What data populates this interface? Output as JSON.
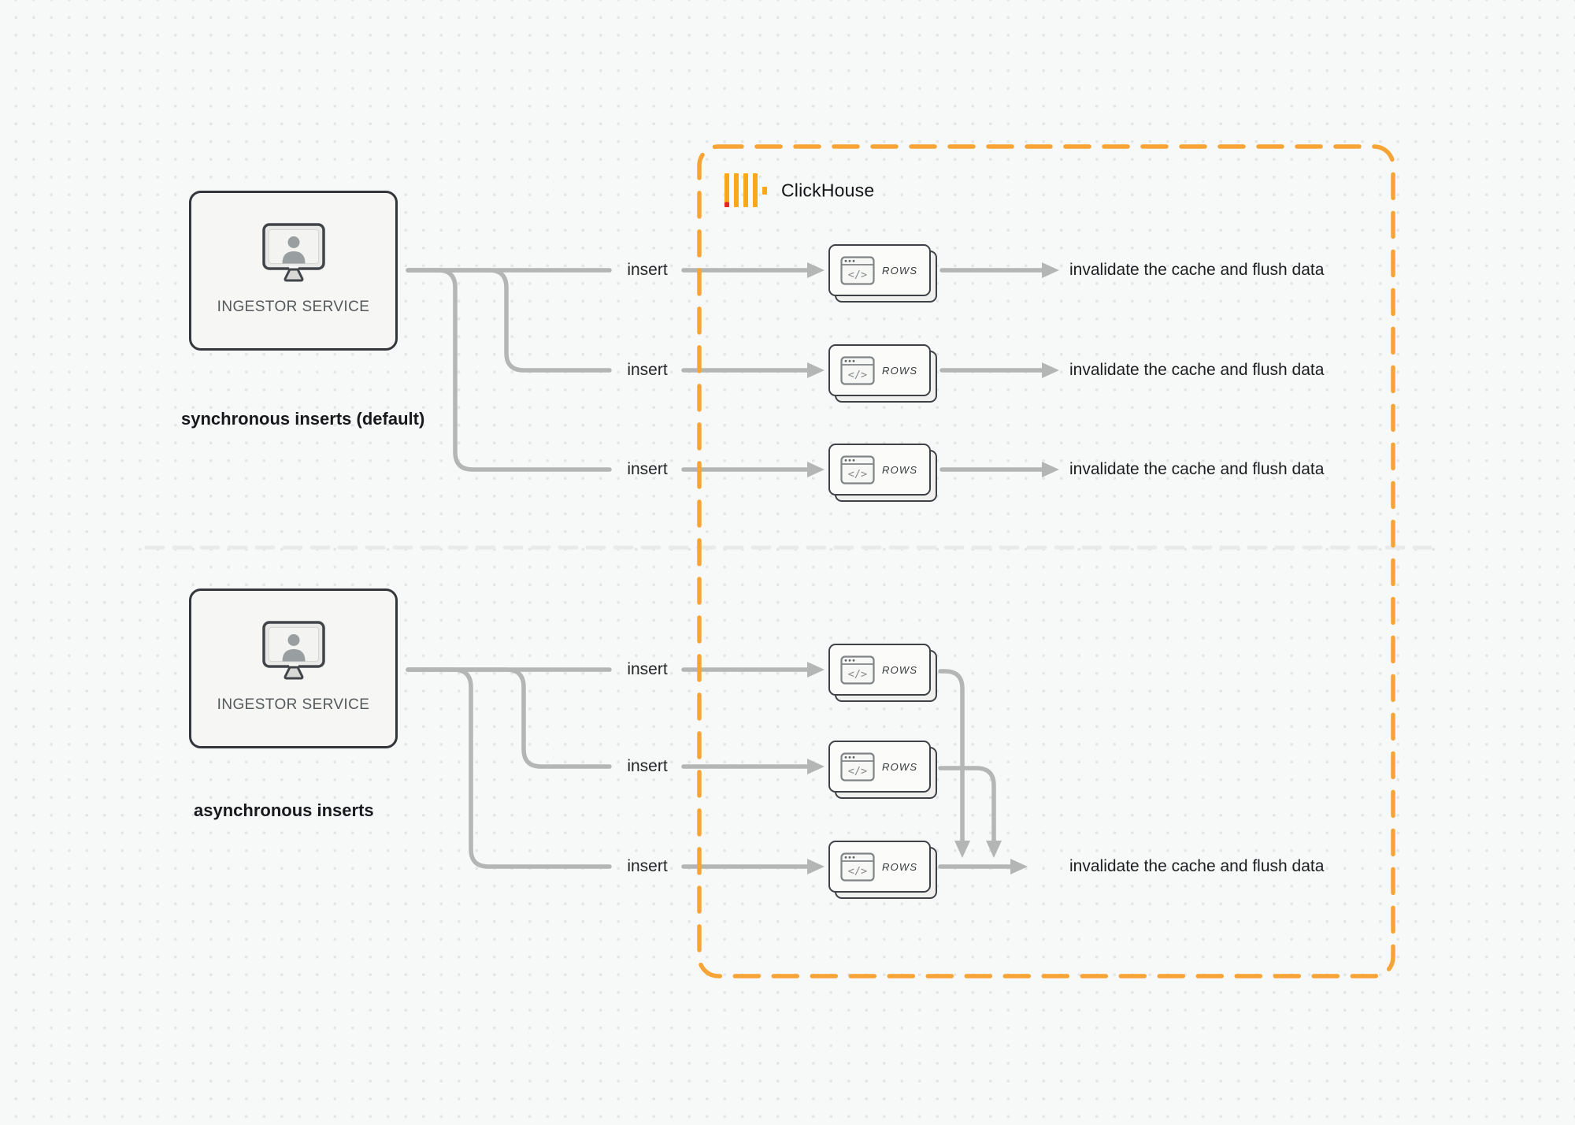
{
  "palette": {
    "accent_orange": "#F7A437",
    "logo_yellow": "#FAA81A",
    "logo_red": "#E8252E",
    "wire_gray": "#B4B6B6",
    "divider_gray": "#E9EAEA"
  },
  "clickhouse": {
    "brand": "ClickHouse"
  },
  "icons": {
    "logo": "clickhouse-logo-icon",
    "service": "user-monitor-icon",
    "card": "code-window-icon"
  },
  "sync": {
    "caption": "synchronous inserts (default)",
    "service": "INGESTOR SERVICE",
    "rows": [
      {
        "insert": "insert",
        "card": "ROWS",
        "result": "invalidate the cache and flush data"
      },
      {
        "insert": "insert",
        "card": "ROWS",
        "result": "invalidate the cache and flush data"
      },
      {
        "insert": "insert",
        "card": "ROWS",
        "result": "invalidate the cache and flush data"
      }
    ]
  },
  "async": {
    "caption": "asynchronous inserts",
    "service": "INGESTOR SERVICE",
    "rows": [
      {
        "insert": "insert",
        "card": "ROWS"
      },
      {
        "insert": "insert",
        "card": "ROWS"
      },
      {
        "insert": "insert",
        "card": "ROWS"
      }
    ],
    "result": "invalidate the cache and flush data"
  }
}
